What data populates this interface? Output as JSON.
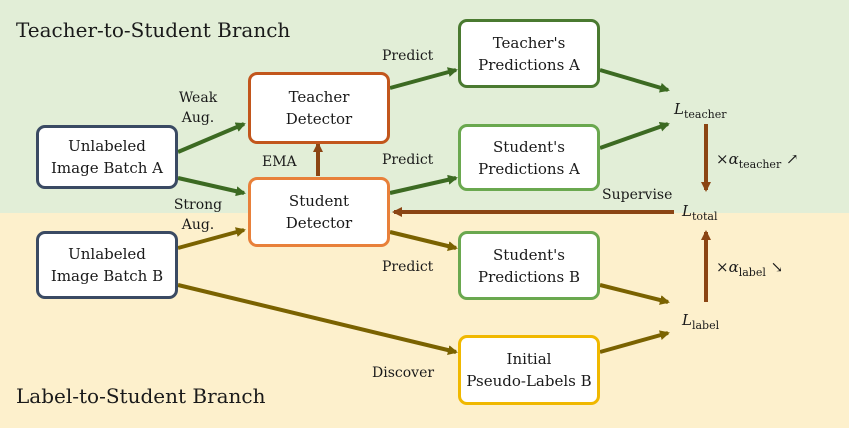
{
  "branches": {
    "top": "Teacher-to-Student Branch",
    "bottom": "Label-to-Student Branch"
  },
  "nodes": {
    "batch_a": [
      "Unlabeled",
      "Image Batch A"
    ],
    "batch_b": [
      "Unlabeled",
      "Image Batch B"
    ],
    "teacher": [
      "Teacher",
      "Detector"
    ],
    "student": [
      "Student",
      "Detector"
    ],
    "teacher_pred_a": [
      "Teacher's",
      "Predictions A"
    ],
    "student_pred_a": [
      "Student's",
      "Predictions A"
    ],
    "student_pred_b": [
      "Student's",
      "Predictions B"
    ],
    "pseudo_b": [
      "Initial",
      "Pseudo-Labels B"
    ]
  },
  "edge_labels": {
    "weak": [
      "Weak",
      "Aug."
    ],
    "strong": [
      "Strong",
      "Aug."
    ],
    "ema": "EMA",
    "predict_teacher": "Predict",
    "predict_student_a": "Predict",
    "predict_student_b": "Predict",
    "discover": "Discover",
    "supervise": "Supervise"
  },
  "losses": {
    "teacher": {
      "symbol": "L",
      "sub": "teacher"
    },
    "total": {
      "symbol": "L",
      "sub": "total"
    },
    "label": {
      "symbol": "L",
      "sub": "label"
    },
    "alpha_teacher": {
      "prefix": "×α",
      "sub": "teacher",
      "trend": "↗"
    },
    "alpha_label": {
      "prefix": "×α",
      "sub": "label",
      "trend": "↘"
    }
  },
  "colors": {
    "band_top": "#e2eed7",
    "band_bottom": "#fdf0cc",
    "unlabeled": "#3a4a63",
    "teacher": "#c2561c",
    "student": "#e8803a",
    "predictions": "#6aa84f",
    "teacher_predictions": "#4a7a30",
    "pseudo": "#f0b800",
    "arrow_green": "#3c6a22",
    "arrow_olive": "#7a6200",
    "arrow_brown": "#8b4513"
  }
}
